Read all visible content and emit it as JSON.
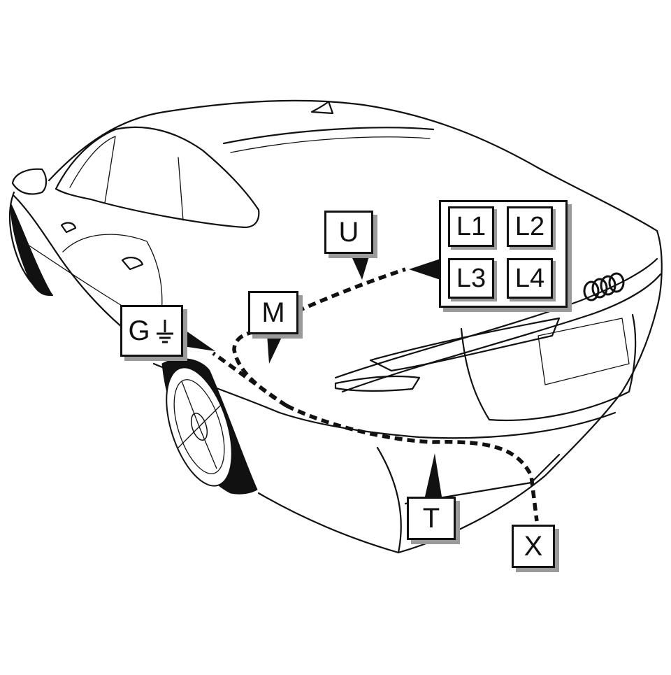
{
  "labels": {
    "U": "U",
    "M": "M",
    "G": "G",
    "T": "T",
    "X": "X",
    "lamps": [
      "L1",
      "L2",
      "L3",
      "L4"
    ]
  },
  "icons": {
    "ground": "ground-symbol-icon",
    "brand_rings": "four-rings-logo-icon"
  },
  "colors": {
    "line": "#111111",
    "shadow": "#9a9a9a",
    "background": "#ffffff"
  }
}
